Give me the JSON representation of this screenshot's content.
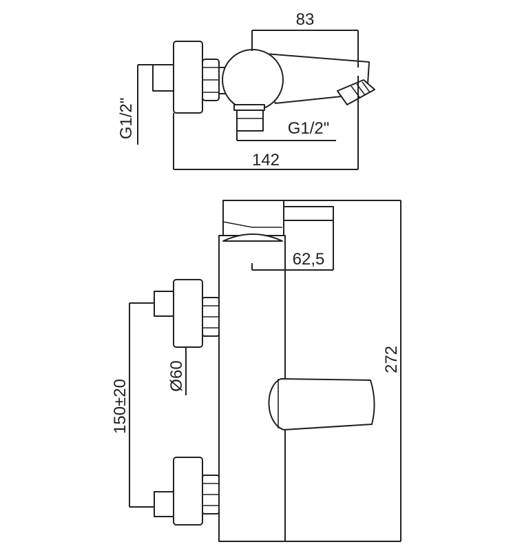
{
  "dimensions": {
    "spout_length": "83",
    "inlet_thread_vertical": "G1/2\"",
    "outlet_thread": "G1/2\"",
    "overall_depth": "142",
    "spout_projection": "62,5",
    "connection_diameter": "Ø60",
    "inlet_spacing": "150±20",
    "overall_height": "272"
  },
  "colors": {
    "line": "#231f20",
    "background": "#ffffff"
  }
}
